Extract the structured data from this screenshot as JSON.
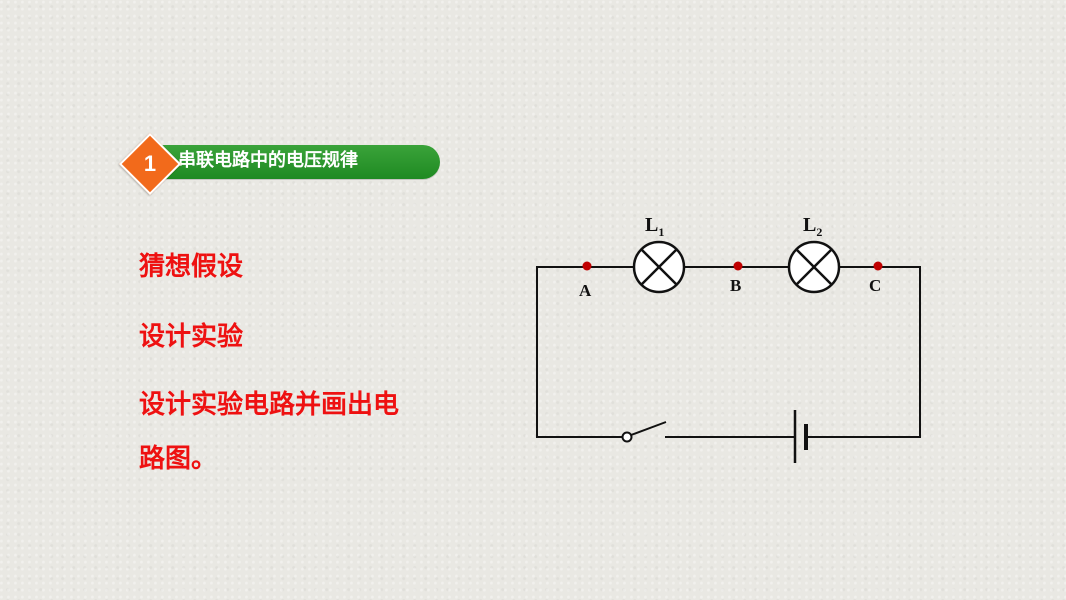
{
  "section": {
    "number": "1",
    "title": "串联电路中的电压规律"
  },
  "content": {
    "line1": "猜想假设",
    "line2": "设计实验",
    "line3": "设计实验电路并画出电",
    "line4": "路图。"
  },
  "circuit": {
    "lamp1_label": "L",
    "lamp1_sub": "1",
    "lamp2_label": "L",
    "lamp2_sub": "2",
    "point_a": "A",
    "point_b": "B",
    "point_c": "C"
  },
  "colors": {
    "accent_orange": "#f26a1b",
    "banner_green": "#1f8a22",
    "text_red": "#ee1111",
    "node_red": "#c00000"
  }
}
